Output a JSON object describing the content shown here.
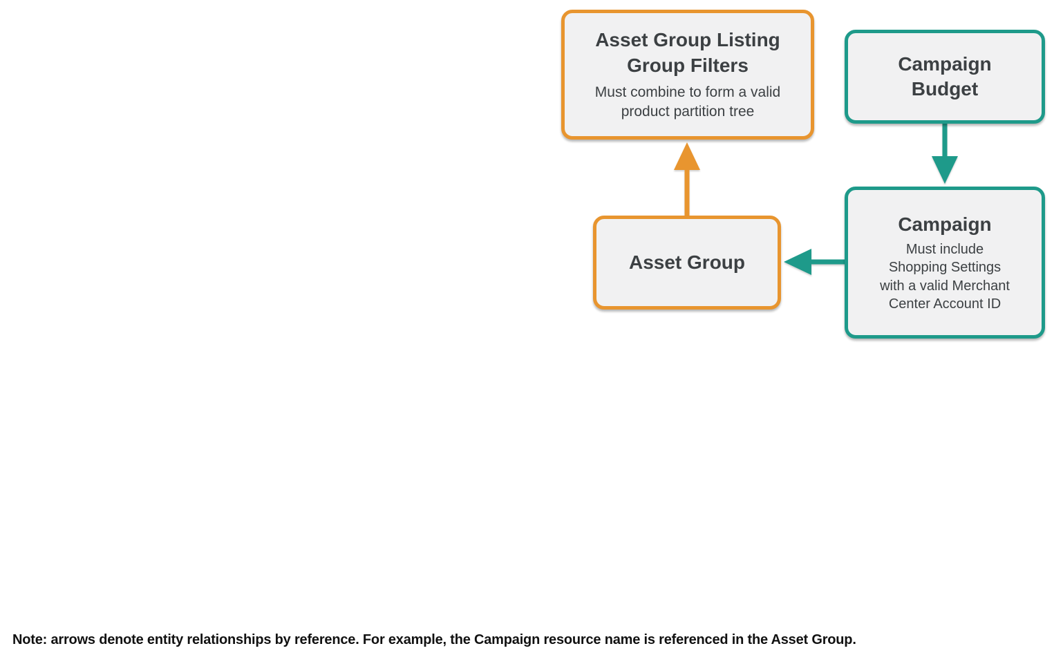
{
  "colors": {
    "orange": "#E8952F",
    "teal": "#1E9A8A",
    "box_fill": "#F1F1F2",
    "title_text": "#3C4043"
  },
  "nodes": {
    "listing_filters": {
      "title": "Asset Group Listing\nGroup Filters",
      "subtitle": "Must combine to form a valid\nproduct partition tree"
    },
    "campaign_budget": {
      "title": "Campaign\nBudget"
    },
    "campaign": {
      "title": "Campaign",
      "subtitle": "Must include\nShopping Settings\nwith a valid Merchant\nCenter Account ID"
    },
    "asset_group": {
      "title": "Asset Group"
    }
  },
  "arrows": [
    {
      "from": "Asset Group",
      "to": "Asset Group Listing Group Filters",
      "color": "#E8952F"
    },
    {
      "from": "Campaign Budget",
      "to": "Campaign",
      "color": "#1E9A8A"
    },
    {
      "from": "Campaign",
      "to": "Asset Group",
      "color": "#1E9A8A"
    }
  ],
  "note": "Note: arrows denote entity relationships by reference. For example, the Campaign resource name is referenced in the Asset Group."
}
